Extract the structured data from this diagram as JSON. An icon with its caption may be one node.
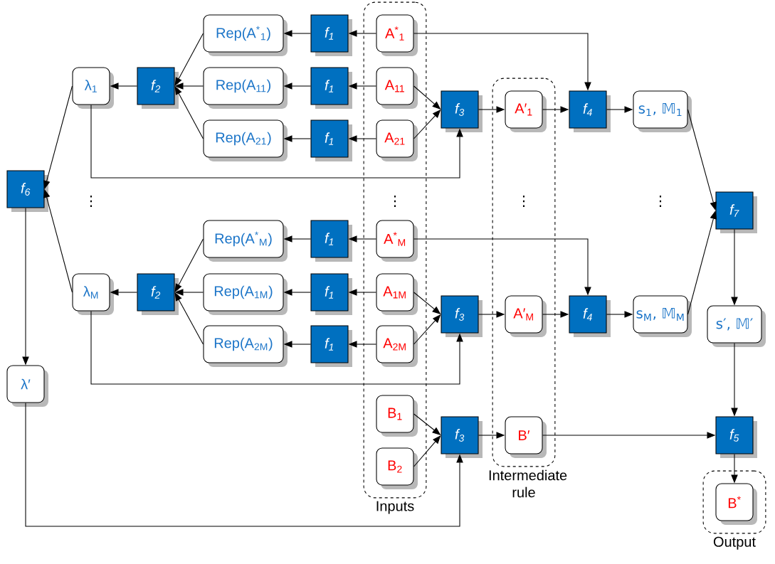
{
  "diagram": {
    "nodes": [
      {
        "text": [
          "Inputs"
        ]
      },
      {
        "text": [
          "Intermediate rule"
        ]
      },
      {
        "text": [
          "Output"
        ]
      },
      {
        "text": [
          "f$_{6}$"
        ]
      },
      {
        "text": [
          "λ$_{1}$"
        ]
      },
      {
        "text": [
          "λ$_{M}$"
        ]
      },
      {
        "text": [
          "λ′"
        ]
      },
      {
        "text": [
          "f$_{2}$"
        ]
      },
      {
        "text": [
          "f$_{2}$"
        ]
      },
      {
        "text": [
          "Rep(A$^{*}$$_{1}$)"
        ]
      },
      {
        "text": [
          "Rep(A$_{11}$)"
        ]
      },
      {
        "text": [
          "Rep(A$_{21}$)"
        ]
      },
      {
        "text": [
          "Rep(A$^{*}$$_{M}$)"
        ]
      },
      {
        "text": [
          "Rep(A$_{1M}$)"
        ]
      },
      {
        "text": [
          "Rep(A$_{2M}$)"
        ]
      },
      {
        "text": [
          "f$_{1}$"
        ]
      },
      {
        "text": [
          "f$_{1}$"
        ]
      },
      {
        "text": [
          "f$_{1}$"
        ]
      },
      {
        "text": [
          "f$_{1}$"
        ]
      },
      {
        "text": [
          "f$_{1}$"
        ]
      },
      {
        "text": [
          "f$_{1}$"
        ]
      },
      {
        "text": [
          "A$^{*}$$_{1}$"
        ],
        "in": 0
      },
      {
        "text": [
          "A$_{11}$"
        ],
        "in": 0
      },
      {
        "text": [
          "A$_{21}$"
        ],
        "in": 0
      },
      {
        "text": [
          "A$^{*}$$_{M}$"
        ],
        "in": 0
      },
      {
        "text": [
          "A$_{1M}$"
        ],
        "in": 0
      },
      {
        "text": [
          "A$_{2M}$"
        ],
        "in": 0
      },
      {
        "text": [
          "B$_{1}$"
        ],
        "in": 0
      },
      {
        "text": [
          "B$_{2}$"
        ],
        "in": 0
      },
      {
        "text": [
          "f$_{3}$"
        ]
      },
      {
        "text": [
          "f$_{3}$"
        ]
      },
      {
        "text": [
          "f$_{3}$"
        ]
      },
      {
        "text": [
          "A′$_{1}$"
        ],
        "in": 1
      },
      {
        "text": [
          "A′$_{M}$"
        ],
        "in": 1
      },
      {
        "text": [
          "B′"
        ],
        "in": 1
      },
      {
        "text": [
          "f$_{4}$"
        ]
      },
      {
        "text": [
          "f$_{4}$"
        ]
      },
      {
        "text": [
          "s$_{1}$, 𝕄$_{1}$"
        ]
      },
      {
        "text": [
          "s$_{M}$, 𝕄$_{M}$"
        ]
      },
      {
        "text": [
          "f$_{7}$"
        ]
      },
      {
        "text": [
          "s′, 𝕄′"
        ]
      },
      {
        "text": [
          "f$_{5}$"
        ]
      },
      {
        "text": [
          "B$^{*}$"
        ],
        "in": 2
      }
    ],
    "edges": [
      {
        "from": 21,
        "to": 15,
        "arrow": "to"
      },
      {
        "from": 22,
        "to": 16,
        "arrow": "to"
      },
      {
        "from": 23,
        "to": 17,
        "arrow": "to"
      },
      {
        "from": 24,
        "to": 18,
        "arrow": "to"
      },
      {
        "from": 25,
        "to": 19,
        "arrow": "to"
      },
      {
        "from": 26,
        "to": 20,
        "arrow": "to"
      },
      {
        "from": 15,
        "to": 9,
        "arrow": "to"
      },
      {
        "from": 16,
        "to": 10,
        "arrow": "to"
      },
      {
        "from": 17,
        "to": 11,
        "arrow": "to"
      },
      {
        "from": 18,
        "to": 12,
        "arrow": "to"
      },
      {
        "from": 19,
        "to": 13,
        "arrow": "to"
      },
      {
        "from": 20,
        "to": 14,
        "arrow": "to"
      },
      {
        "from": 9,
        "to": 7,
        "arrow": "to"
      },
      {
        "from": 10,
        "to": 7,
        "arrow": "to"
      },
      {
        "from": 11,
        "to": 7,
        "arrow": "to"
      },
      {
        "from": 12,
        "to": 8,
        "arrow": "to"
      },
      {
        "from": 13,
        "to": 8,
        "arrow": "to"
      },
      {
        "from": 14,
        "to": 8,
        "arrow": "to"
      },
      {
        "from": 7,
        "to": 4,
        "arrow": "to"
      },
      {
        "from": 8,
        "to": 5,
        "arrow": "to"
      },
      {
        "from": 4,
        "to": 3,
        "arrow": "to"
      },
      {
        "from": 5,
        "to": 3,
        "arrow": "to"
      },
      {
        "from": 3,
        "to": 6,
        "arrow": "to"
      },
      {
        "from": 22,
        "to": 29,
        "arrow": "to"
      },
      {
        "from": 23,
        "to": 29,
        "arrow": "to"
      },
      {
        "from": 4,
        "to": 29,
        "arrow": "to"
      },
      {
        "from": 25,
        "to": 30,
        "arrow": "to"
      },
      {
        "from": 26,
        "to": 30,
        "arrow": "to"
      },
      {
        "from": 5,
        "to": 30,
        "arrow": "to"
      },
      {
        "from": 27,
        "to": 31,
        "arrow": "to"
      },
      {
        "from": 28,
        "to": 31,
        "arrow": "to"
      },
      {
        "from": 6,
        "to": 31,
        "arrow": "to"
      },
      {
        "from": 29,
        "to": 32,
        "arrow": "to"
      },
      {
        "from": 30,
        "to": 33,
        "arrow": "to"
      },
      {
        "from": 31,
        "to": 34,
        "arrow": "to"
      },
      {
        "from": 21,
        "to": 35,
        "arrow": "to"
      },
      {
        "from": 24,
        "to": 36,
        "arrow": "to"
      },
      {
        "from": 32,
        "to": 35,
        "arrow": "to"
      },
      {
        "from": 33,
        "to": 36,
        "arrow": "to"
      },
      {
        "from": 35,
        "to": 37,
        "arrow": "to"
      },
      {
        "from": 36,
        "to": 38,
        "arrow": "to"
      },
      {
        "from": 37,
        "to": 39,
        "arrow": "to"
      },
      {
        "from": 38,
        "to": 39,
        "arrow": "to"
      },
      {
        "from": 39,
        "to": 40,
        "arrow": "to"
      },
      {
        "from": 40,
        "to": 41,
        "arrow": "to"
      },
      {
        "from": 34,
        "to": 41,
        "arrow": "to"
      },
      {
        "from": 41,
        "to": 42,
        "arrow": "to"
      }
    ],
    "labels": [
      "⋮",
      "⋮",
      "⋮",
      "⋮"
    ]
  }
}
